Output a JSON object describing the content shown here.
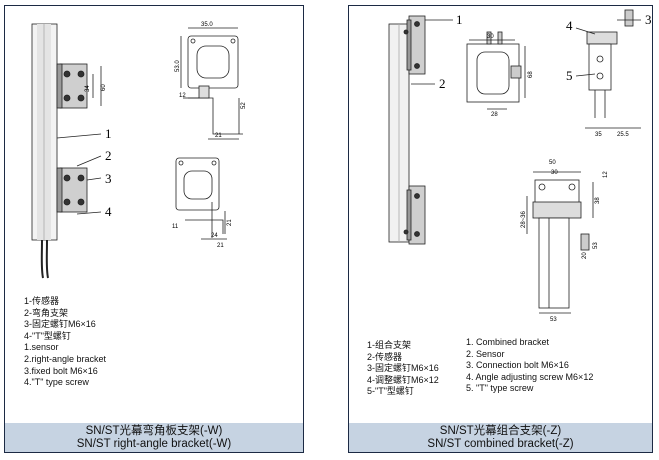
{
  "left_panel": {
    "callouts": [
      "1",
      "2",
      "3",
      "4"
    ],
    "dimensions": {
      "bracket_height_a": "34",
      "bracket_height_b": "60",
      "view1_width": "35.0",
      "view1_height": "53.0",
      "view1_leg": "12",
      "view1_h": "52",
      "view1_bottom": "21",
      "view2_left": "11",
      "view2_bottom_a": "24",
      "view2_bottom_b": "21",
      "view2_h": "21"
    },
    "legend_cn": [
      "1-传感器",
      "2-弯角支架",
      "3-固定螺钉M6×16",
      "4-\"T\"型螺钉"
    ],
    "legend_en": [
      "1.sensor",
      "2.right-angle bracket",
      "3.fixed bolt M6×16",
      "4.\"T\" type screw"
    ],
    "caption_cn": "SN/ST光幕弯角板支架(-W)",
    "caption_en": "SN/ST right-angle bracket(-W)"
  },
  "right_panel": {
    "callouts": [
      "1",
      "2",
      "3",
      "4",
      "5"
    ],
    "dimensions": {
      "top_width": "30",
      "top_height": "68",
      "top_bottom": "28",
      "side_a": "35",
      "side_b": "25.5",
      "lower_top_a": "50",
      "lower_top_b": "30",
      "lower_right_a": "12",
      "lower_right_b": "38",
      "lower_left": "28~36",
      "lower_mid_a": "20",
      "lower_mid_b": "53",
      "lower_bottom": "53"
    },
    "legend_cn": [
      "1-组合支架",
      "2-传感器",
      "3-固定螺钉M6×16",
      "4-调整螺钉M6×12",
      "5-\"T\"型螺钉"
    ],
    "legend_en": [
      "1. Combined bracket",
      "2. Sensor",
      "3. Connection bolt M6×16",
      "4. Angle adjusting screw M6×12",
      "5. \"T\" type screw"
    ],
    "caption_cn": "SN/ST光幕组合支架(-Z)",
    "caption_en": "SN/ST combined bracket(-Z)"
  }
}
